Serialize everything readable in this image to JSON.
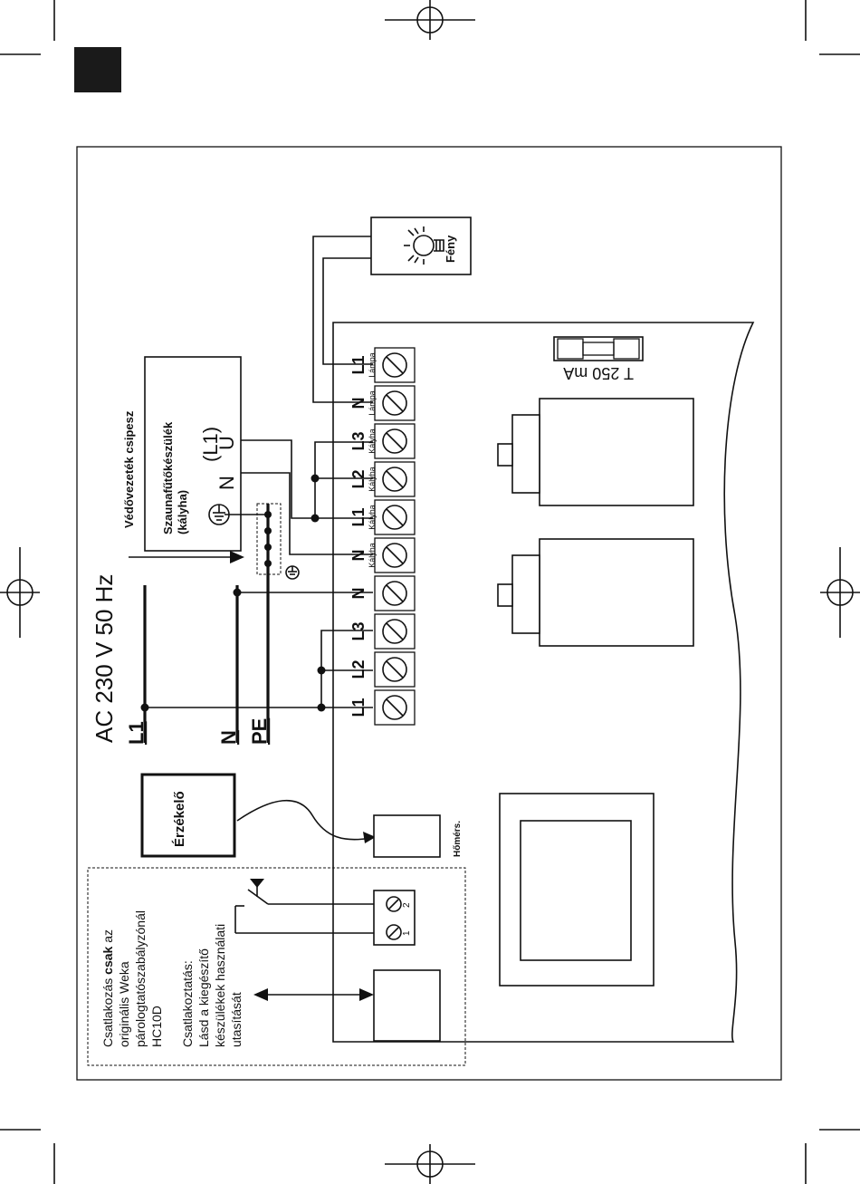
{
  "supply": {
    "voltage": "AC 230 V 50 Hz",
    "l1": "L1",
    "n": "N",
    "pe": "PE"
  },
  "stove": {
    "title": "Szaunafűtőkészülék",
    "subtitle": "(kályha)",
    "n": "N",
    "l1": "(L1)",
    "u": "U"
  },
  "ground_clamp": "Védővezeték csipesz",
  "light": "Fény",
  "fuse": "T 250 mA",
  "sensor": "Érzékelő",
  "thermo": "Hőmérs.",
  "terminals": [
    {
      "label": "L1",
      "sub": ""
    },
    {
      "label": "L2",
      "sub": ""
    },
    {
      "label": "L3",
      "sub": ""
    },
    {
      "label": "N",
      "sub": ""
    },
    {
      "label": "N",
      "sub": "Kályha"
    },
    {
      "label": "L1",
      "sub": "Kályha"
    },
    {
      "label": "L2",
      "sub": "Kályha"
    },
    {
      "label": "L3",
      "sub": "Kályha"
    },
    {
      "label": "N",
      "sub": "Lámpa"
    },
    {
      "label": "L1",
      "sub": "Lámpa"
    }
  ],
  "aux_terminals": [
    "1",
    "2"
  ],
  "note": {
    "line1_pre": "Csatlakozás ",
    "line1_bold": "csak",
    "line1_post": " az",
    "line2": "originális Weka",
    "line3": "párologtatószabályzónál",
    "line4": "HC10D",
    "line5": "Csatlakoztatás:",
    "line6": "Lásd a kiegészítő",
    "line7": "készülékek használati",
    "line8": "utasítását"
  },
  "colors": {
    "ink": "#111111",
    "page_tab": "#1a1a1a"
  }
}
